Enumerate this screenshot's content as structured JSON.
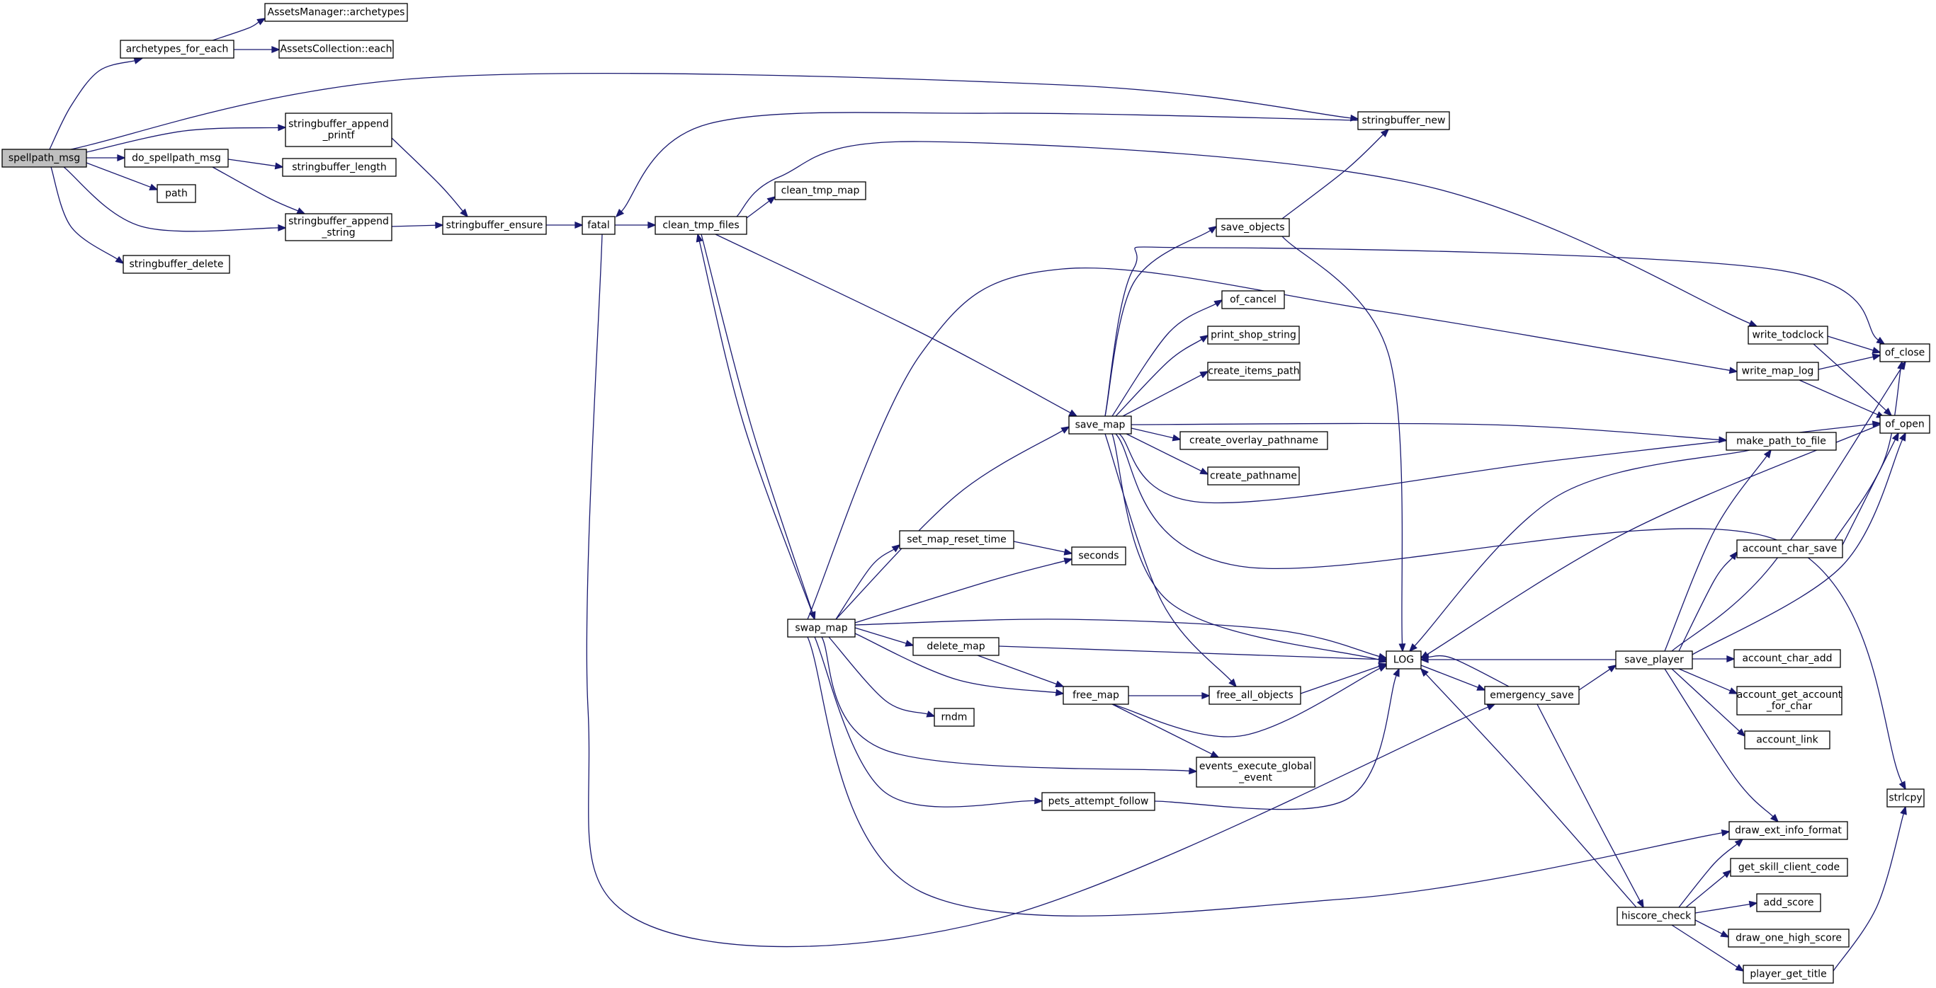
{
  "graph": {
    "colors": {
      "edge": "#191970",
      "node_border": "#000000",
      "node_border_truncated": "#ff0000",
      "root_fill": "#bfbfbf",
      "node_fill": "#ffffff"
    },
    "nodes": [
      {
        "id": "spellpath_msg",
        "lines": [
          "spellpath_msg"
        ],
        "root": true
      },
      {
        "id": "archetypes_for_each",
        "lines": [
          "archetypes_for_each"
        ]
      },
      {
        "id": "AssetsManager_archetypes",
        "lines": [
          "AssetsManager::archetypes"
        ]
      },
      {
        "id": "AssetsCollection_each",
        "lines": [
          "AssetsCollection::each"
        ]
      },
      {
        "id": "stringbuffer_append_printf",
        "lines": [
          "stringbuffer_append",
          "_printf"
        ]
      },
      {
        "id": "do_spellpath_msg",
        "lines": [
          "do_spellpath_msg"
        ]
      },
      {
        "id": "stringbuffer_length",
        "lines": [
          "stringbuffer_length"
        ]
      },
      {
        "id": "path",
        "lines": [
          "path"
        ]
      },
      {
        "id": "stringbuffer_append_string",
        "lines": [
          "stringbuffer_append",
          "_string"
        ]
      },
      {
        "id": "stringbuffer_delete",
        "lines": [
          "stringbuffer_delete"
        ]
      },
      {
        "id": "stringbuffer_ensure",
        "lines": [
          "stringbuffer_ensure"
        ]
      },
      {
        "id": "fatal",
        "lines": [
          "fatal"
        ]
      },
      {
        "id": "clean_tmp_files",
        "lines": [
          "clean_tmp_files"
        ]
      },
      {
        "id": "clean_tmp_map",
        "lines": [
          "clean_tmp_map"
        ]
      },
      {
        "id": "stringbuffer_new",
        "lines": [
          "stringbuffer_new"
        ]
      },
      {
        "id": "save_objects",
        "lines": [
          "save_objects"
        ],
        "truncated": true
      },
      {
        "id": "of_cancel",
        "lines": [
          "of_cancel"
        ]
      },
      {
        "id": "print_shop_string",
        "lines": [
          "print_shop_string"
        ]
      },
      {
        "id": "create_items_path",
        "lines": [
          "create_items_path"
        ]
      },
      {
        "id": "save_map",
        "lines": [
          "save_map"
        ]
      },
      {
        "id": "create_overlay_pathname",
        "lines": [
          "create_overlay_pathname"
        ]
      },
      {
        "id": "create_pathname",
        "lines": [
          "create_pathname"
        ]
      },
      {
        "id": "write_todclock",
        "lines": [
          "write_todclock"
        ]
      },
      {
        "id": "of_close",
        "lines": [
          "of_close"
        ]
      },
      {
        "id": "write_map_log",
        "lines": [
          "write_map_log"
        ]
      },
      {
        "id": "of_open",
        "lines": [
          "of_open"
        ]
      },
      {
        "id": "make_path_to_file",
        "lines": [
          "make_path_to_file"
        ]
      },
      {
        "id": "set_map_reset_time",
        "lines": [
          "set_map_reset_time"
        ]
      },
      {
        "id": "seconds",
        "lines": [
          "seconds"
        ]
      },
      {
        "id": "account_char_save",
        "lines": [
          "account_char_save"
        ]
      },
      {
        "id": "swap_map",
        "lines": [
          "swap_map"
        ]
      },
      {
        "id": "delete_map",
        "lines": [
          "delete_map"
        ]
      },
      {
        "id": "LOG",
        "lines": [
          "LOG"
        ]
      },
      {
        "id": "save_player",
        "lines": [
          "save_player"
        ],
        "truncated": true
      },
      {
        "id": "account_char_add",
        "lines": [
          "account_char_add"
        ],
        "truncated": true
      },
      {
        "id": "free_map",
        "lines": [
          "free_map"
        ],
        "truncated": true
      },
      {
        "id": "free_all_objects",
        "lines": [
          "free_all_objects"
        ],
        "truncated": true
      },
      {
        "id": "emergency_save",
        "lines": [
          "emergency_save"
        ]
      },
      {
        "id": "account_get_account_for_char",
        "lines": [
          "account_get_account",
          "_for_char"
        ]
      },
      {
        "id": "rndm",
        "lines": [
          "rndm"
        ]
      },
      {
        "id": "account_link",
        "lines": [
          "account_link"
        ],
        "truncated": true
      },
      {
        "id": "events_execute_global_event",
        "lines": [
          "events_execute_global",
          "_event"
        ]
      },
      {
        "id": "strlcpy",
        "lines": [
          "strlcpy"
        ]
      },
      {
        "id": "pets_attempt_follow",
        "lines": [
          "pets_attempt_follow"
        ],
        "truncated": true
      },
      {
        "id": "draw_ext_info_format",
        "lines": [
          "draw_ext_info_format"
        ]
      },
      {
        "id": "get_skill_client_code",
        "lines": [
          "get_skill_client_code"
        ]
      },
      {
        "id": "hiscore_check",
        "lines": [
          "hiscore_check"
        ]
      },
      {
        "id": "add_score",
        "lines": [
          "add_score"
        ],
        "truncated": true
      },
      {
        "id": "draw_one_high_score",
        "lines": [
          "draw_one_high_score"
        ]
      },
      {
        "id": "player_get_title",
        "lines": [
          "player_get_title"
        ]
      }
    ],
    "edges": [
      [
        "spellpath_msg",
        "archetypes_for_each"
      ],
      [
        "archetypes_for_each",
        "AssetsManager_archetypes"
      ],
      [
        "archetypes_for_each",
        "AssetsCollection_each"
      ],
      [
        "spellpath_msg",
        "stringbuffer_new"
      ],
      [
        "spellpath_msg",
        "stringbuffer_append_printf"
      ],
      [
        "spellpath_msg",
        "do_spellpath_msg"
      ],
      [
        "spellpath_msg",
        "path"
      ],
      [
        "spellpath_msg",
        "stringbuffer_append_string"
      ],
      [
        "spellpath_msg",
        "stringbuffer_delete"
      ],
      [
        "do_spellpath_msg",
        "stringbuffer_length"
      ],
      [
        "do_spellpath_msg",
        "stringbuffer_append_string"
      ],
      [
        "stringbuffer_append_printf",
        "stringbuffer_ensure"
      ],
      [
        "stringbuffer_append_string",
        "stringbuffer_ensure"
      ],
      [
        "stringbuffer_ensure",
        "fatal"
      ],
      [
        "stringbuffer_new",
        "fatal"
      ],
      [
        "fatal",
        "clean_tmp_files"
      ],
      [
        "fatal",
        "emergency_save"
      ],
      [
        "clean_tmp_files",
        "clean_tmp_map"
      ],
      [
        "clean_tmp_files",
        "save_map"
      ],
      [
        "clean_tmp_files",
        "swap_map"
      ],
      [
        "clean_tmp_files",
        "write_todclock"
      ],
      [
        "swap_map",
        "clean_tmp_files"
      ],
      [
        "swap_map",
        "save_map"
      ],
      [
        "swap_map",
        "set_map_reset_time"
      ],
      [
        "swap_map",
        "seconds"
      ],
      [
        "swap_map",
        "delete_map"
      ],
      [
        "swap_map",
        "LOG"
      ],
      [
        "swap_map",
        "free_map"
      ],
      [
        "swap_map",
        "rndm"
      ],
      [
        "swap_map",
        "events_execute_global_event"
      ],
      [
        "swap_map",
        "pets_attempt_follow"
      ],
      [
        "swap_map",
        "draw_ext_info_format"
      ],
      [
        "swap_map",
        "write_map_log"
      ],
      [
        "set_map_reset_time",
        "seconds"
      ],
      [
        "delete_map",
        "free_map"
      ],
      [
        "delete_map",
        "LOG"
      ],
      [
        "save_map",
        "save_objects"
      ],
      [
        "save_map",
        "of_cancel"
      ],
      [
        "save_map",
        "print_shop_string"
      ],
      [
        "save_map",
        "create_items_path"
      ],
      [
        "save_map",
        "create_overlay_pathname"
      ],
      [
        "save_map",
        "create_pathname"
      ],
      [
        "save_map",
        "of_close"
      ],
      [
        "save_map",
        "of_open"
      ],
      [
        "save_map",
        "make_path_to_file"
      ],
      [
        "save_map",
        "LOG"
      ],
      [
        "save_map",
        "free_all_objects"
      ],
      [
        "save_map",
        "strlcpy"
      ],
      [
        "save_objects",
        "stringbuffer_new"
      ],
      [
        "save_objects",
        "LOG"
      ],
      [
        "write_todclock",
        "of_close"
      ],
      [
        "write_todclock",
        "of_open"
      ],
      [
        "write_map_log",
        "of_close"
      ],
      [
        "write_map_log",
        "of_open"
      ],
      [
        "make_path_to_file",
        "LOG"
      ],
      [
        "free_map",
        "free_all_objects"
      ],
      [
        "free_map",
        "LOG"
      ],
      [
        "free_map",
        "events_execute_global_event"
      ],
      [
        "free_all_objects",
        "LOG"
      ],
      [
        "pets_attempt_follow",
        "LOG"
      ],
      [
        "LOG",
        "emergency_save"
      ],
      [
        "emergency_save",
        "LOG"
      ],
      [
        "emergency_save",
        "save_player"
      ],
      [
        "emergency_save",
        "hiscore_check"
      ],
      [
        "save_player",
        "LOG"
      ],
      [
        "save_player",
        "make_path_to_file"
      ],
      [
        "save_player",
        "account_char_save"
      ],
      [
        "save_player",
        "of_close"
      ],
      [
        "save_player",
        "of_open"
      ],
      [
        "save_player",
        "account_char_add"
      ],
      [
        "save_player",
        "account_get_account_for_char"
      ],
      [
        "save_player",
        "account_link"
      ],
      [
        "save_player",
        "draw_ext_info_format"
      ],
      [
        "account_char_save",
        "of_close"
      ],
      [
        "account_char_save",
        "of_open"
      ],
      [
        "of_open",
        "LOG"
      ],
      [
        "hiscore_check",
        "LOG"
      ],
      [
        "hiscore_check",
        "draw_ext_info_format"
      ],
      [
        "hiscore_check",
        "get_skill_client_code"
      ],
      [
        "hiscore_check",
        "add_score"
      ],
      [
        "hiscore_check",
        "draw_one_high_score"
      ],
      [
        "hiscore_check",
        "player_get_title"
      ],
      [
        "player_get_title",
        "strlcpy"
      ]
    ]
  }
}
